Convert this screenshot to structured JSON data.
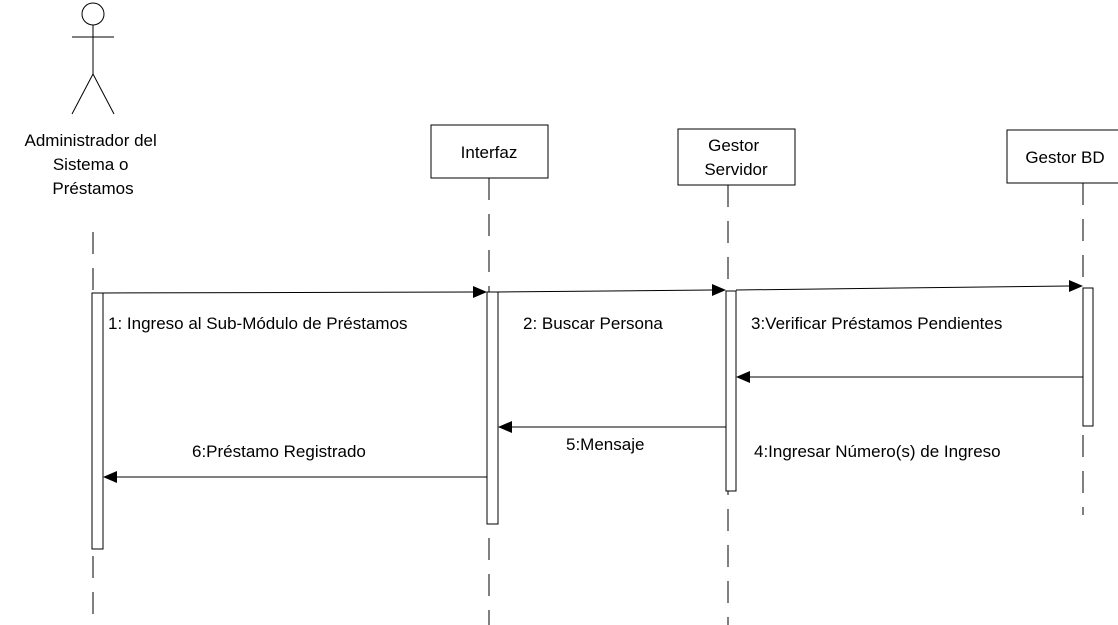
{
  "actor": {
    "label_lines": [
      "Administrador del",
      "Sistema o",
      "Préstamos"
    ]
  },
  "participants": [
    {
      "id": "interfaz",
      "label_lines": [
        "Interfaz"
      ]
    },
    {
      "id": "gestor-servidor",
      "label_lines": [
        "Gestor",
        "Servidor"
      ]
    },
    {
      "id": "gestor-bd",
      "label_lines": [
        "Gestor BD"
      ]
    }
  ],
  "messages": [
    {
      "id": "m1",
      "label": "1: Ingreso al Sub-Módulo de Préstamos"
    },
    {
      "id": "m2",
      "label": "2: Buscar Persona"
    },
    {
      "id": "m3",
      "label": "3:Verificar Préstamos Pendientes"
    },
    {
      "id": "m4",
      "label": "4:Ingresar Número(s) de Ingreso"
    },
    {
      "id": "m5",
      "label": "5:Mensaje"
    },
    {
      "id": "m6",
      "label": "6:Préstamo Registrado"
    }
  ]
}
